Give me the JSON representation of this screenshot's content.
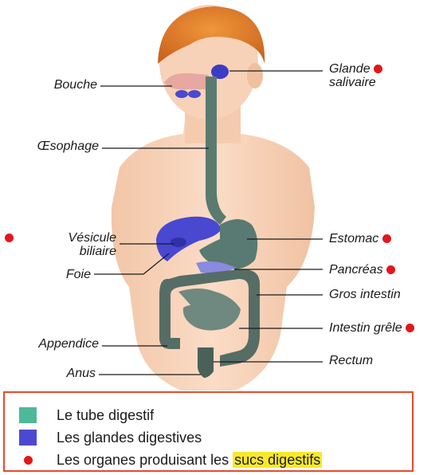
{
  "labels": {
    "bouche": "Bouche",
    "oesophage": "Œsophage",
    "vesicule_line1": "Vésicule",
    "vesicule_line2": "biliaire",
    "foie": "Foie",
    "appendice": "Appendice",
    "anus": "Anus",
    "glande_line1": "Glande",
    "glande_line2": "salivaire",
    "estomac": "Estomac",
    "pancreas": "Pancréas",
    "gros_intestin": "Gros intestin",
    "intestin_grele": "Intestin grêle",
    "rectum": "Rectum"
  },
  "legend": {
    "tube": "Le tube digestif",
    "glandes": "Les glandes digestives",
    "organes_prefix": "Les organes produisant les",
    "organes_highlight": "sucs digestifs"
  },
  "colors": {
    "tube": "#4fb89a",
    "glandes": "#4a4ad0",
    "marker": "#e3161b",
    "highlight": "#f7e928",
    "border": "#e64b2d"
  }
}
